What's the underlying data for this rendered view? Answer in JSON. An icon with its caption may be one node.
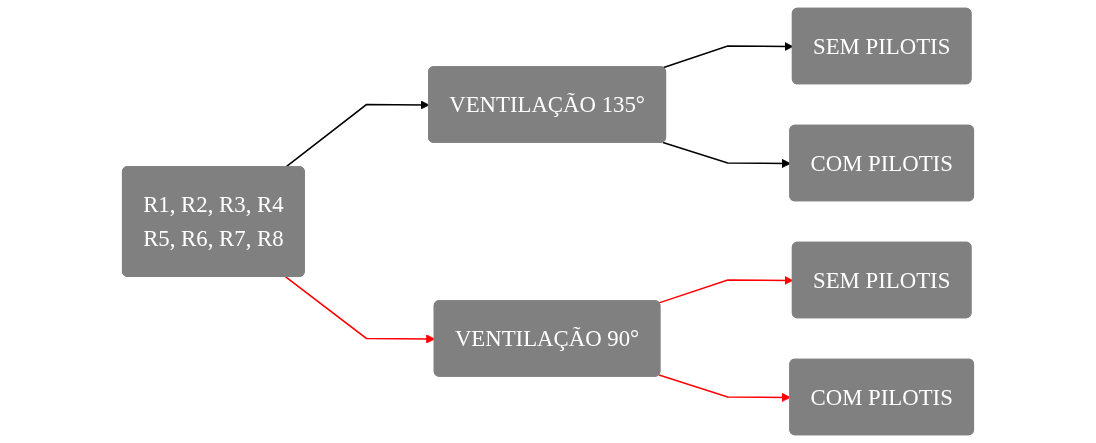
{
  "diagram": {
    "nodes": [
      {
        "text": [
          "R1, R2, R3, R4",
          "R5, R6, R7, R8"
        ]
      },
      {
        "text": [
          "VENTILAÇÃO 135°"
        ]
      },
      {
        "text": [
          "SEM PILOTIS"
        ]
      },
      {
        "text": [
          "COM PILOTIS"
        ]
      },
      {
        "text": [
          "VENTILAÇÃO 90°"
        ]
      },
      {
        "text": [
          "SEM PILOTIS"
        ]
      },
      {
        "text": [
          "COM PILOTIS"
        ]
      }
    ],
    "edges": [
      {
        "from": 0,
        "to": 1,
        "arrow": "to"
      },
      {
        "from": 0,
        "to": 4,
        "arrow": "to",
        "color": "#ff0000"
      },
      {
        "from": 1,
        "to": 2,
        "arrow": "to"
      },
      {
        "from": 1,
        "to": 3,
        "arrow": "to"
      },
      {
        "from": 4,
        "to": 5,
        "arrow": "to",
        "color": "#ff0000"
      },
      {
        "from": 4,
        "to": 6,
        "arrow": "to",
        "color": "#ff0000"
      }
    ]
  }
}
